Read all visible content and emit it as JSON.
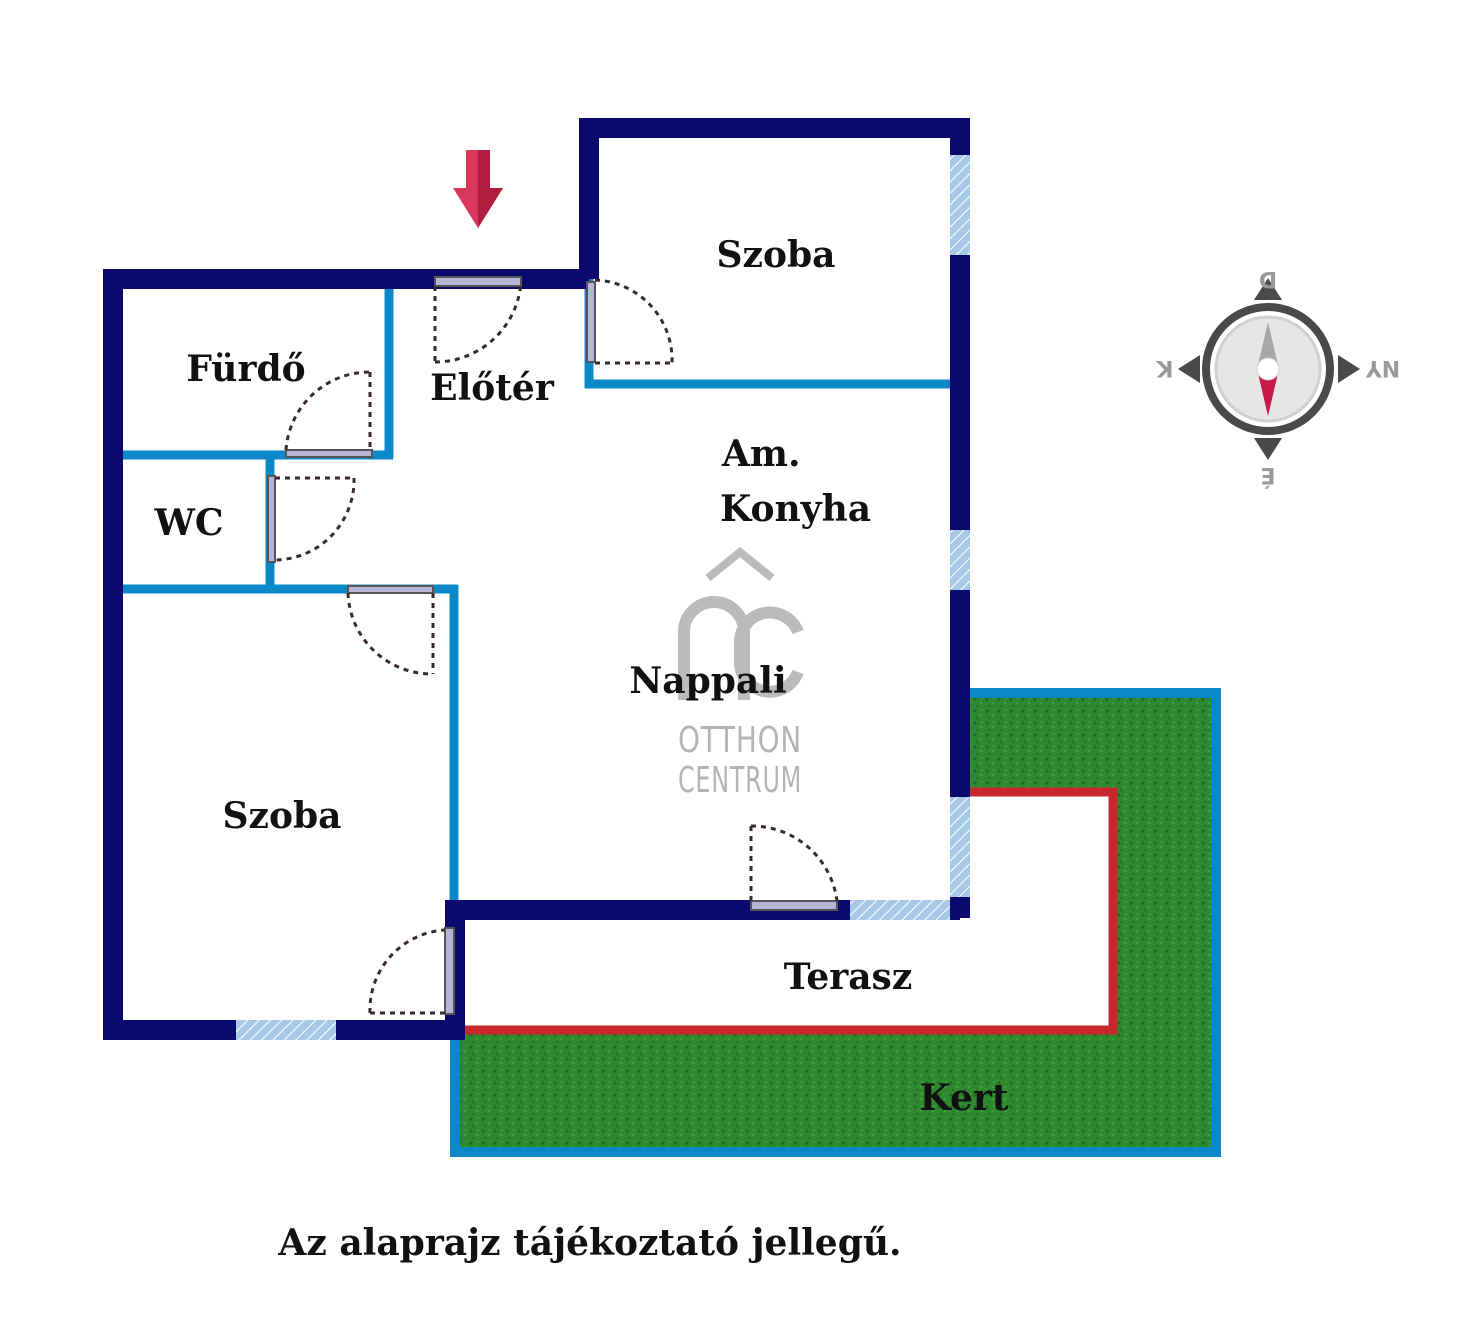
{
  "rooms": {
    "szoba_top": "Szoba",
    "furdo": "Fürdő",
    "eloter": "Előtér",
    "wc": "WC",
    "am": "Am.",
    "konyha": "Konyha",
    "nappali": "Nappali",
    "szoba_left": "Szoba",
    "terasz": "Terasz",
    "kert": "Kert"
  },
  "brand": {
    "line1": "OTTHON",
    "line2": "CENTRUM"
  },
  "compass": {
    "top": "D",
    "bottom": "É",
    "left": "K",
    "right": "NY"
  },
  "footer": {
    "note": "Az alaprajz tájékoztató jellegű."
  },
  "colors": {
    "outer_wall": "#0a0a6e",
    "inner_wall": "#0a88c8",
    "terrace_edge": "#c8282c",
    "garden": "#2e8a2e",
    "window": "#a6c8e6",
    "entrance_arrow": "#d8385c"
  },
  "icons": {
    "entrance": "entrance-arrow-icon",
    "compass": "compass-icon",
    "logo": "otthon-centrum-logo"
  }
}
